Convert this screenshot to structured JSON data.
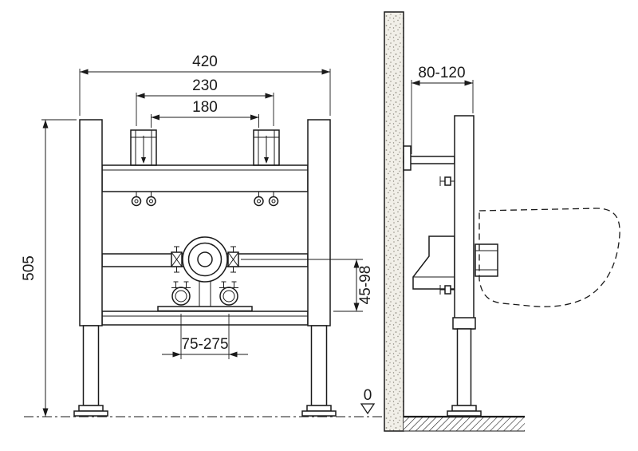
{
  "colors": {
    "line": "#1a1a1a",
    "background": "#ffffff"
  },
  "front_view": {
    "dim_overall_width": "420",
    "dim_fixing_outer": "230",
    "dim_fixing_inner": "180",
    "dim_frame_height": "505",
    "dim_outlet_height_range": "45-98",
    "dim_clamp_spacing_range": "75-275"
  },
  "side_view": {
    "dim_wall_distance_range": "80-120",
    "dim_floor_level": "0"
  }
}
